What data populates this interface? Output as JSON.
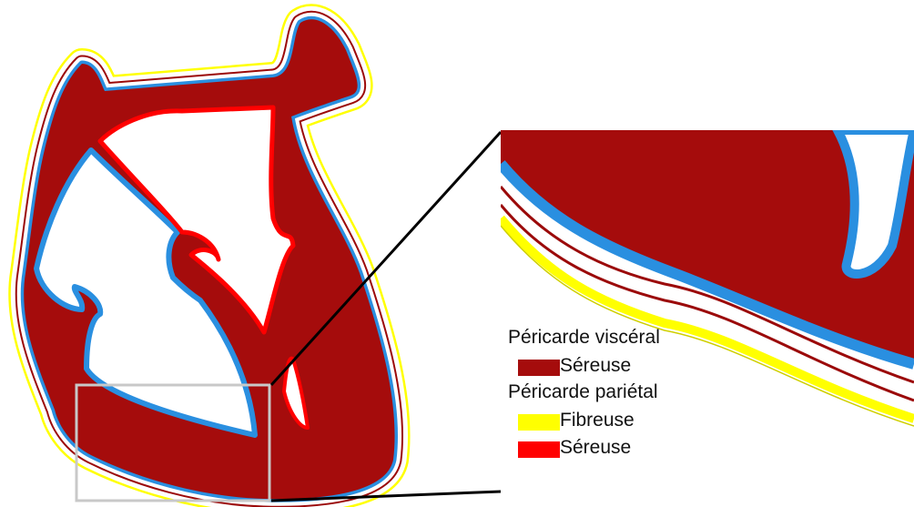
{
  "legend": {
    "visceral_heading": "Péricarde viscéral",
    "visceral_serous": {
      "label": "Séreuse",
      "color": "#a50c0c"
    },
    "parietal_heading": "Péricarde pariétal",
    "parietal_fibrous": {
      "label": "Fibreuse",
      "color": "#ffff00"
    },
    "parietal_serous": {
      "label": "Séreuse",
      "color": "#ff0000"
    }
  },
  "colors": {
    "myocardium": "#a50c0c",
    "epicardium_blue": "#2a8fe0",
    "pericardial_lines": "#9b0a0a",
    "fibrous_yellow": "#ffff00",
    "zoom_box": "#c8c8c8"
  }
}
